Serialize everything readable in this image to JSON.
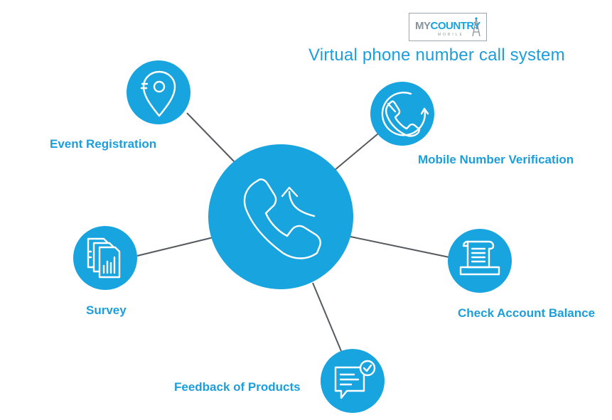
{
  "logo": {
    "brand_part1": "MY",
    "brand_part2": "COUNTRY",
    "tagline": "MOBILE"
  },
  "title": "Virtual phone number call system",
  "colors": {
    "accent": "#18a4df",
    "connector": "#555a5e"
  },
  "hub": {
    "icon": "phone-call-icon"
  },
  "nodes": [
    {
      "id": "event-registration",
      "label": "Event Registration",
      "icon": "location-pin-icon"
    },
    {
      "id": "mobile-number-verification",
      "label": "Mobile Number Verification",
      "icon": "phone-refresh-icon"
    },
    {
      "id": "survey",
      "label": "Survey",
      "icon": "documents-chart-icon"
    },
    {
      "id": "check-account-balance",
      "label": "Check Account Balance",
      "icon": "receipt-icon"
    },
    {
      "id": "feedback-of-products",
      "label": "Feedback of Products",
      "icon": "chat-check-icon"
    }
  ]
}
